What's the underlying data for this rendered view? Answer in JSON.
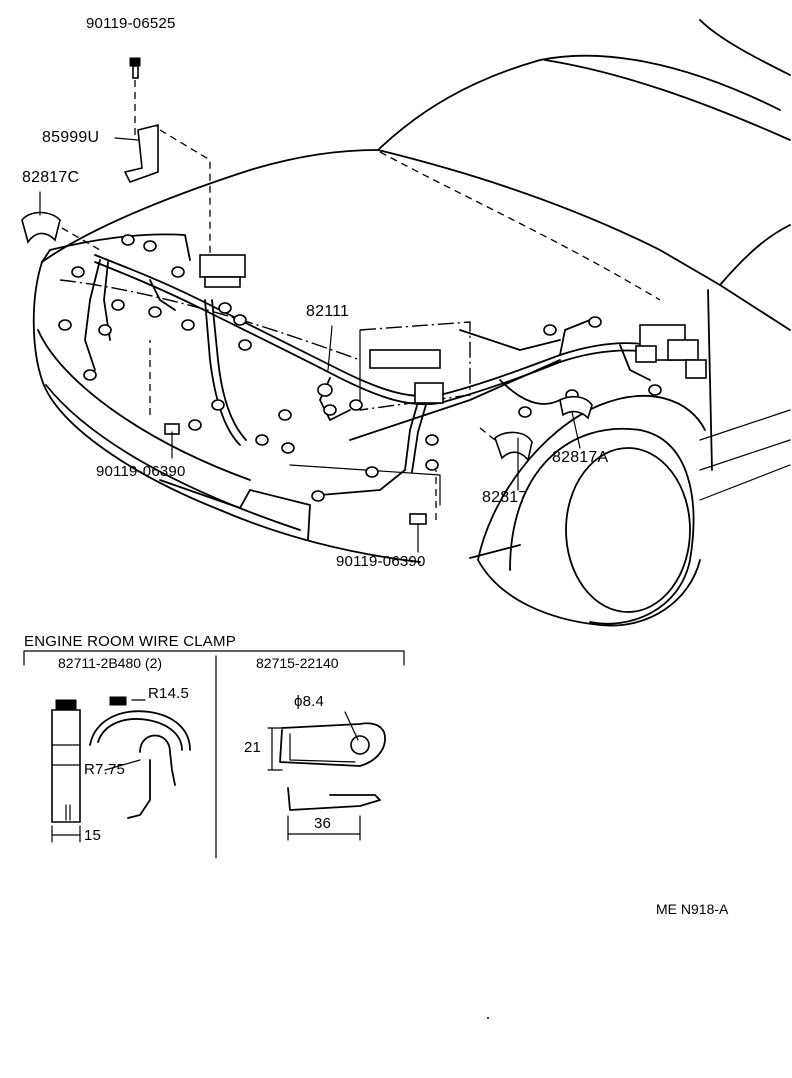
{
  "parts": {
    "bolt_top": "90119-06525",
    "bracket": "85999U",
    "clamp_left": "82817C",
    "harness": "82111",
    "bolt_left": "90119-06390",
    "clamp_mid": "82817",
    "clamp_right": "82817A",
    "bolt_bottom": "90119-06390"
  },
  "detail": {
    "title": "ENGINE ROOM WIRE CLAMP",
    "left_part": "82711-2B480 (2)",
    "right_part": "82715-22140",
    "r1": "R14.5",
    "r2": "R7.75",
    "width_left": "15",
    "phi": "ϕ8.4",
    "height": "21",
    "width_right": "36"
  },
  "code": "ME N918-A"
}
